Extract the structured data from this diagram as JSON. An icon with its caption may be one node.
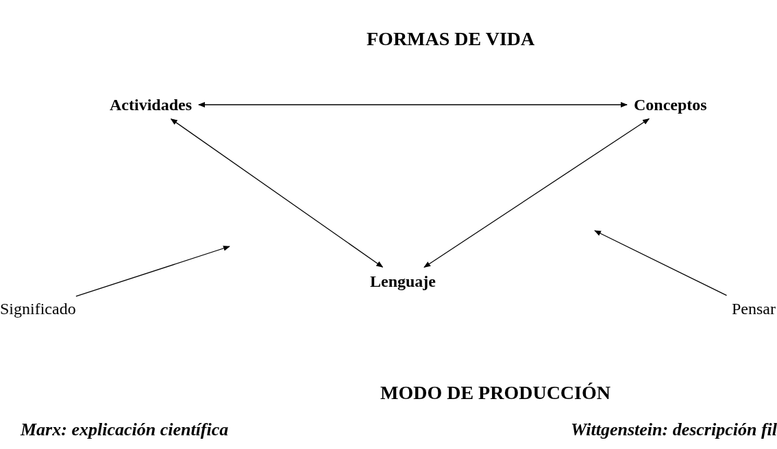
{
  "diagram": {
    "title": "FORMAS DE VIDA",
    "nodes": [
      {
        "text": [
          "Actividades"
        ]
      },
      {
        "text": [
          "Conceptos"
        ]
      },
      {
        "text": [
          "Lenguaje"
        ]
      },
      {
        "text": [
          "Significado"
        ]
      },
      {
        "text": [
          "Pensar"
        ]
      }
    ],
    "edges": [
      {
        "from": 0,
        "to": 1,
        "arrow": "both"
      },
      {
        "from": 0,
        "to": 2,
        "arrow": "both"
      },
      {
        "from": 1,
        "to": 2,
        "arrow": "both"
      },
      {
        "from": 3,
        "to": null,
        "arrow": "to"
      },
      {
        "from": 4,
        "to": null,
        "arrow": "to"
      }
    ],
    "labels": [
      "MODO DE PRODUCCIÓN",
      "Marx: explicación científica",
      "Wittgenstein: descripción fil"
    ]
  }
}
